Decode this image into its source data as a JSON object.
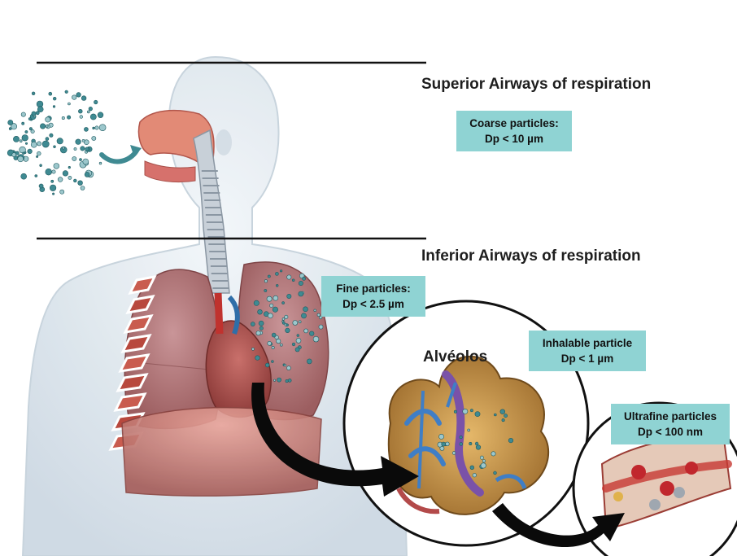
{
  "headings": {
    "superior": "Superior Airways of respiration",
    "inferior": "Inferior Airways of respiration",
    "alveolos": "Alvéolos"
  },
  "tags": {
    "coarse": {
      "name": "Coarse particles:",
      "size": "Dp < 10 µm"
    },
    "fine": {
      "name": "Fine particles:",
      "size": "Dp < 2.5 µm"
    },
    "inhalable": {
      "name": "Inhalable particle",
      "size": "Dp < 1 µm"
    },
    "ultrafine": {
      "name": "Ultrafine particles",
      "size": "Dp < 100 nm"
    }
  },
  "colors": {
    "tag": "#8fd3d3",
    "particle": "#3f8a92",
    "lung": "#b97a7c",
    "airway": "#e28a76",
    "body": "#dbe6ee"
  }
}
